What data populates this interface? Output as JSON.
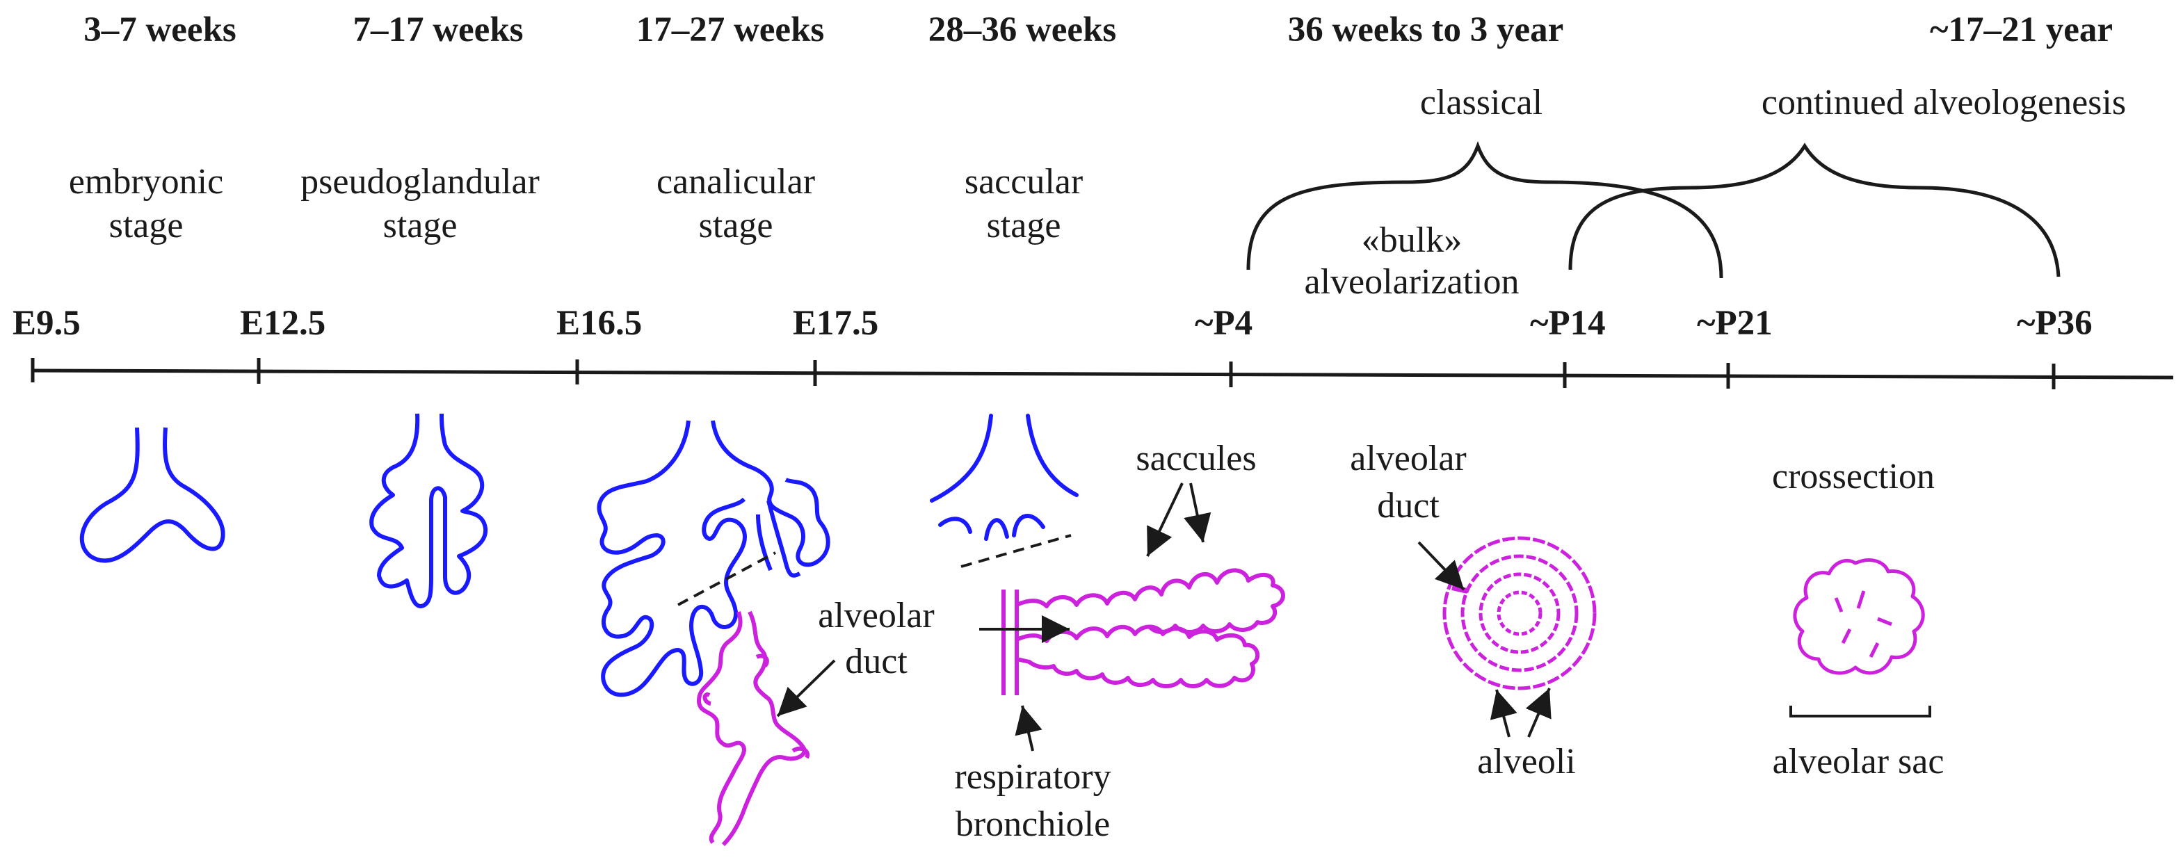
{
  "periods": [
    "3–7 weeks",
    "7–17 weeks",
    "17–27 weeks",
    "28–36 weeks",
    "36 weeks to 3 year",
    "~17–21 year"
  ],
  "stages": [
    {
      "line1": "embryonic",
      "line2": "stage"
    },
    {
      "line1": "pseudoglandular",
      "line2": "stage"
    },
    {
      "line1": "canalicular",
      "line2": "stage"
    },
    {
      "line1": "saccular",
      "line2": "stage"
    }
  ],
  "alveolarization": {
    "classical": "classical",
    "continued": "continued alveologenesis",
    "bulk_line1": "«bulk»",
    "bulk_line2": "alveolarization"
  },
  "timepoints": [
    "E9.5",
    "E12.5",
    "E16.5",
    "E17.5",
    "~P4",
    "~P14",
    "~P21",
    "~P36"
  ],
  "labels": {
    "alveolar_duct_1_line1": "alveolar",
    "alveolar_duct_1_line2": "duct",
    "saccules": "saccules",
    "respiratory_line1": "respiratory",
    "respiratory_line2": "bronchiole",
    "alveolar_duct_2_line1": "alveolar",
    "alveolar_duct_2_line2": "duct",
    "alveoli": "alveoli",
    "crossection": "crossection",
    "alveolar_sac": "alveolar sac"
  },
  "colors": {
    "airway_blue": "#1a1aff",
    "saccule_magenta": "#cc22dd",
    "ink": "#1a1a1a"
  }
}
